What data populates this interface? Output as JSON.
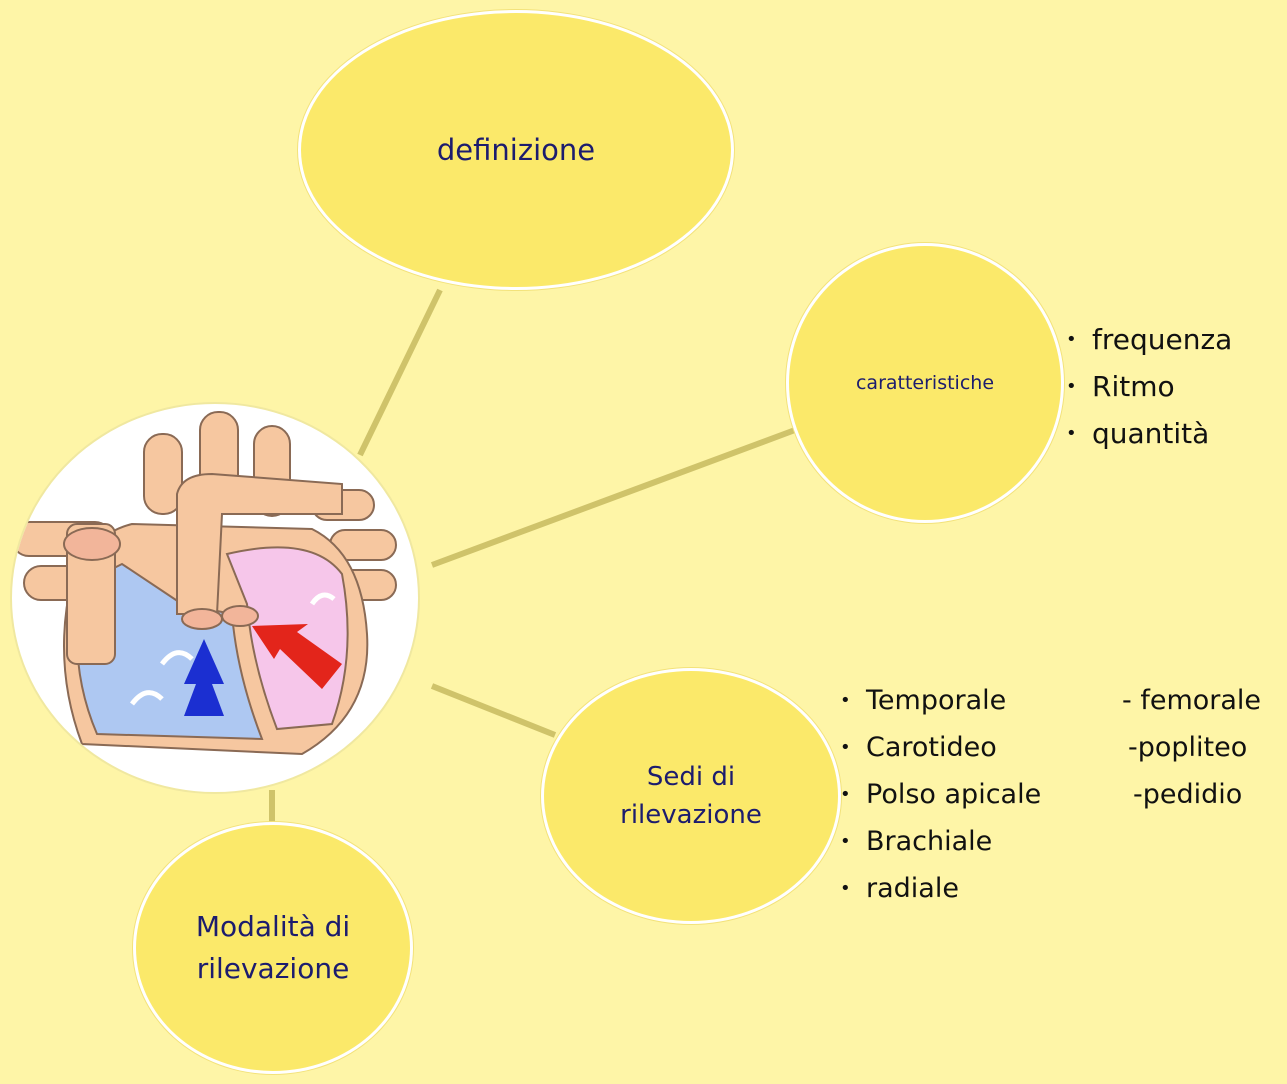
{
  "nodes": {
    "definizione": "definizione",
    "caratteristiche": "caratteristiche",
    "sedi_line1": "Sedi di",
    "sedi_line2": "rilevazione",
    "modalita_line1": "Modalità di",
    "modalita_line2": "rilevazione"
  },
  "caratteristiche_items": [
    "frequenza",
    "Ritmo",
    "quantità"
  ],
  "sedi_items_left": [
    "Temporale",
    "Carotideo",
    "Polso apicale",
    "Brachiale",
    "radiale"
  ],
  "sedi_items_right": [
    "- femorale",
    "-popliteo",
    "-pedidio"
  ],
  "colors": {
    "background": "#fef5a7",
    "bubble": "#fbe96a",
    "connector": "#cfc36a",
    "text": "#1c1c6e"
  },
  "center_image": "heart-diagram-icon"
}
